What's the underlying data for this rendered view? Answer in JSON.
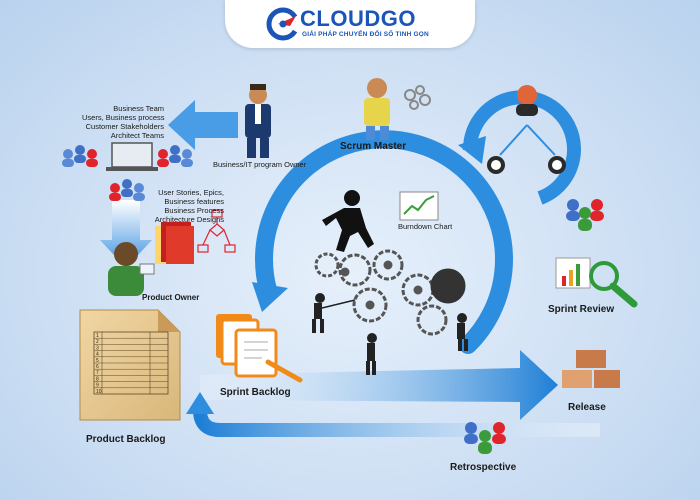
{
  "brand": {
    "name": "CLOUDGO",
    "tagline": "GIẢI PHÁP CHUYỂN ĐỔI SỐ TINH GỌN",
    "colors": {
      "primary": "#1b55b8",
      "accent": "#e0242c"
    },
    "icon": "cloudgo-logo-icon"
  },
  "stakeholders": {
    "lines": [
      "Business Team",
      "Users,  Business process",
      "Customer Stakeholders",
      "Architect Teams"
    ]
  },
  "program_owner": {
    "label": "Business/IT program Owner"
  },
  "requirements": {
    "lines": [
      "User Stories, Epics,",
      "Business features",
      "Business Process",
      "Architecture Designs"
    ]
  },
  "product_owner": {
    "label": "Product Owner"
  },
  "scrum_master": {
    "label": "Scrum Master"
  },
  "burndown": {
    "label": "Burndown Chart"
  },
  "sprint_review": {
    "label": "Sprint Review"
  },
  "sprint_backlog": {
    "label": "Sprint  Backlog"
  },
  "release": {
    "label": "Release"
  },
  "product_backlog": {
    "label": "Product Backlog",
    "rows": [
      "1",
      "2",
      "3",
      "4",
      "5",
      "6",
      "7",
      "8",
      "9",
      "10"
    ]
  },
  "retrospective": {
    "label": "Retrospective"
  }
}
